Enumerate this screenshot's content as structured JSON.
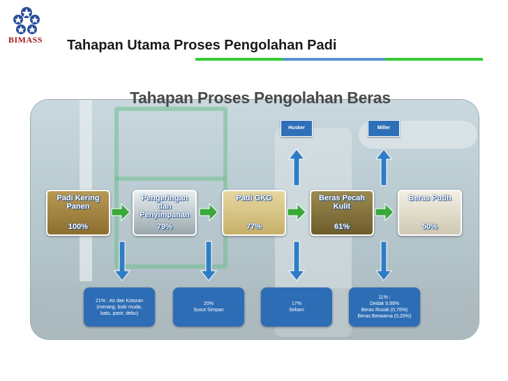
{
  "logo": {
    "text": "BIMASS"
  },
  "page_title": "Tahapan Utama Proses Pengolahan Padi",
  "rule_colors": [
    "#33cc33",
    "#5b8fd6",
    "#33cc33"
  ],
  "diagram_title": "Tahapan Proses Pengolahan Beras",
  "machines": [
    {
      "label": "Husker"
    },
    {
      "label": "Miller"
    }
  ],
  "stages": [
    {
      "name": "Padi Kering Panen",
      "percent": "100%"
    },
    {
      "name": "Pengeringan dan Penyimpanan",
      "percent": "79%"
    },
    {
      "name": "Padi GKG",
      "percent": "77%"
    },
    {
      "name": "Beras Pecah Kulit",
      "percent": "61%"
    },
    {
      "name": "Beras Putih",
      "percent": "50%"
    }
  ],
  "losses": [
    {
      "lines": [
        "21% : Air dan Kotoran",
        "(merang, butir muda,",
        "batu, pasir, debu)"
      ]
    },
    {
      "lines": [
        "20%",
        "Susut Simpan"
      ]
    },
    {
      "lines": [
        "17%",
        "Sekam"
      ]
    },
    {
      "lines": [
        "11% :",
        "Dedak 9,99%",
        "Beras Rusak (0,76%)",
        "Beras Berwarna (0,25%)"
      ]
    }
  ],
  "colors": {
    "arrow_green": "#3aa83a",
    "arrow_blue": "#2e7cc6",
    "box_blue": "#2d6db5"
  }
}
